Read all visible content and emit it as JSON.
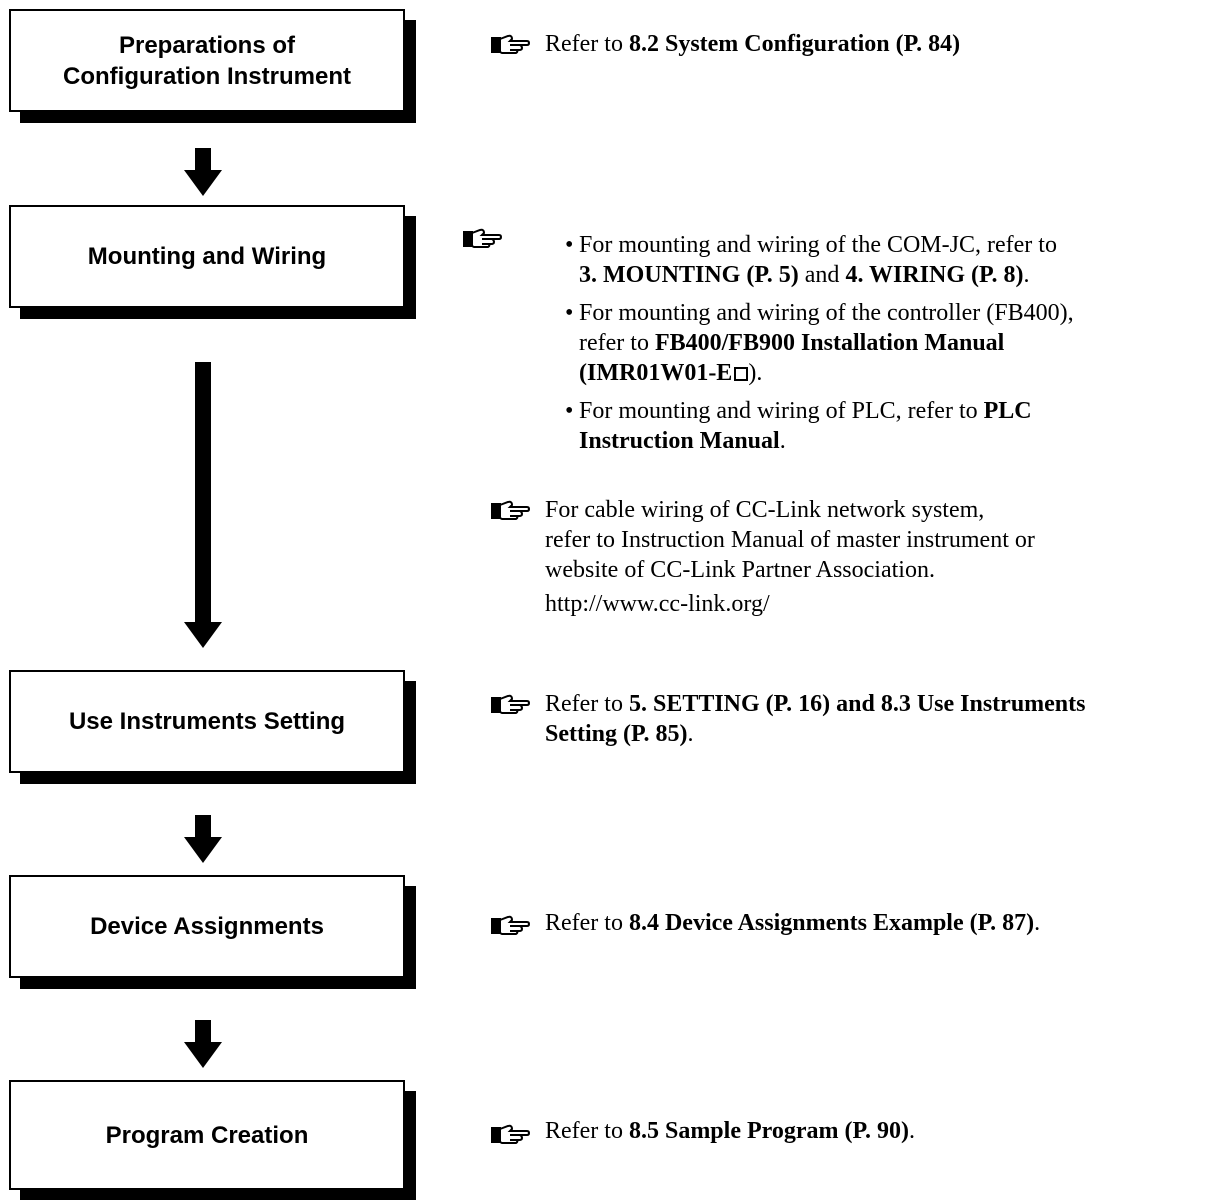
{
  "flow_steps": [
    {
      "label": "Preparations of\nConfiguration Instrument"
    },
    {
      "label": "Mounting and Wiring"
    },
    {
      "label": "Use Instruments Setting"
    },
    {
      "label": "Device Assignments"
    },
    {
      "label": "Program Creation"
    }
  ],
  "refs": {
    "prep": {
      "pre": "Refer to ",
      "bold": "8.2 System Configuration (P. 84)",
      "post": ""
    },
    "mount_b1": {
      "pre": "For mounting and wiring of the COM-JC, refer to",
      "b1": "3. MOUNTING (P. 5)",
      "mid": " and ",
      "b2": "4. WIRING (P. 8)",
      "post": "."
    },
    "mount_b2": {
      "pre": "For mounting and wiring of the controller (FB400),",
      "pre2": "refer to ",
      "b1": "FB400/FB900 Installation Manual",
      "b2": "(IMR01W01-E",
      "post": ")."
    },
    "mount_b3": {
      "pre": "For mounting and wiring of PLC, refer to ",
      "b1": "PLC",
      "b2": "Instruction Manual",
      "post": "."
    },
    "cclink": {
      "l1": "For cable wiring of CC-Link network system,",
      "l2": "refer to Instruction Manual of master instrument or",
      "l3": "website of CC-Link Partner Association.",
      "l4": "http://www.cc-link.org/"
    },
    "setting": {
      "pre": "Refer to ",
      "b1": "5. SETTING (P. 16) and 8.3 Use Instruments",
      "b2": "Setting (P. 85)",
      "post": "."
    },
    "device": {
      "pre": "Refer to ",
      "bold": "8.4 Device Assignments Example (P. 87)",
      "post": "."
    },
    "program": {
      "pre": "Refer to ",
      "bold": "8.5 Sample Program (P. 90)",
      "post": "."
    }
  },
  "icons": {
    "reference": "pointing-hand-icon",
    "bullet": "•"
  }
}
